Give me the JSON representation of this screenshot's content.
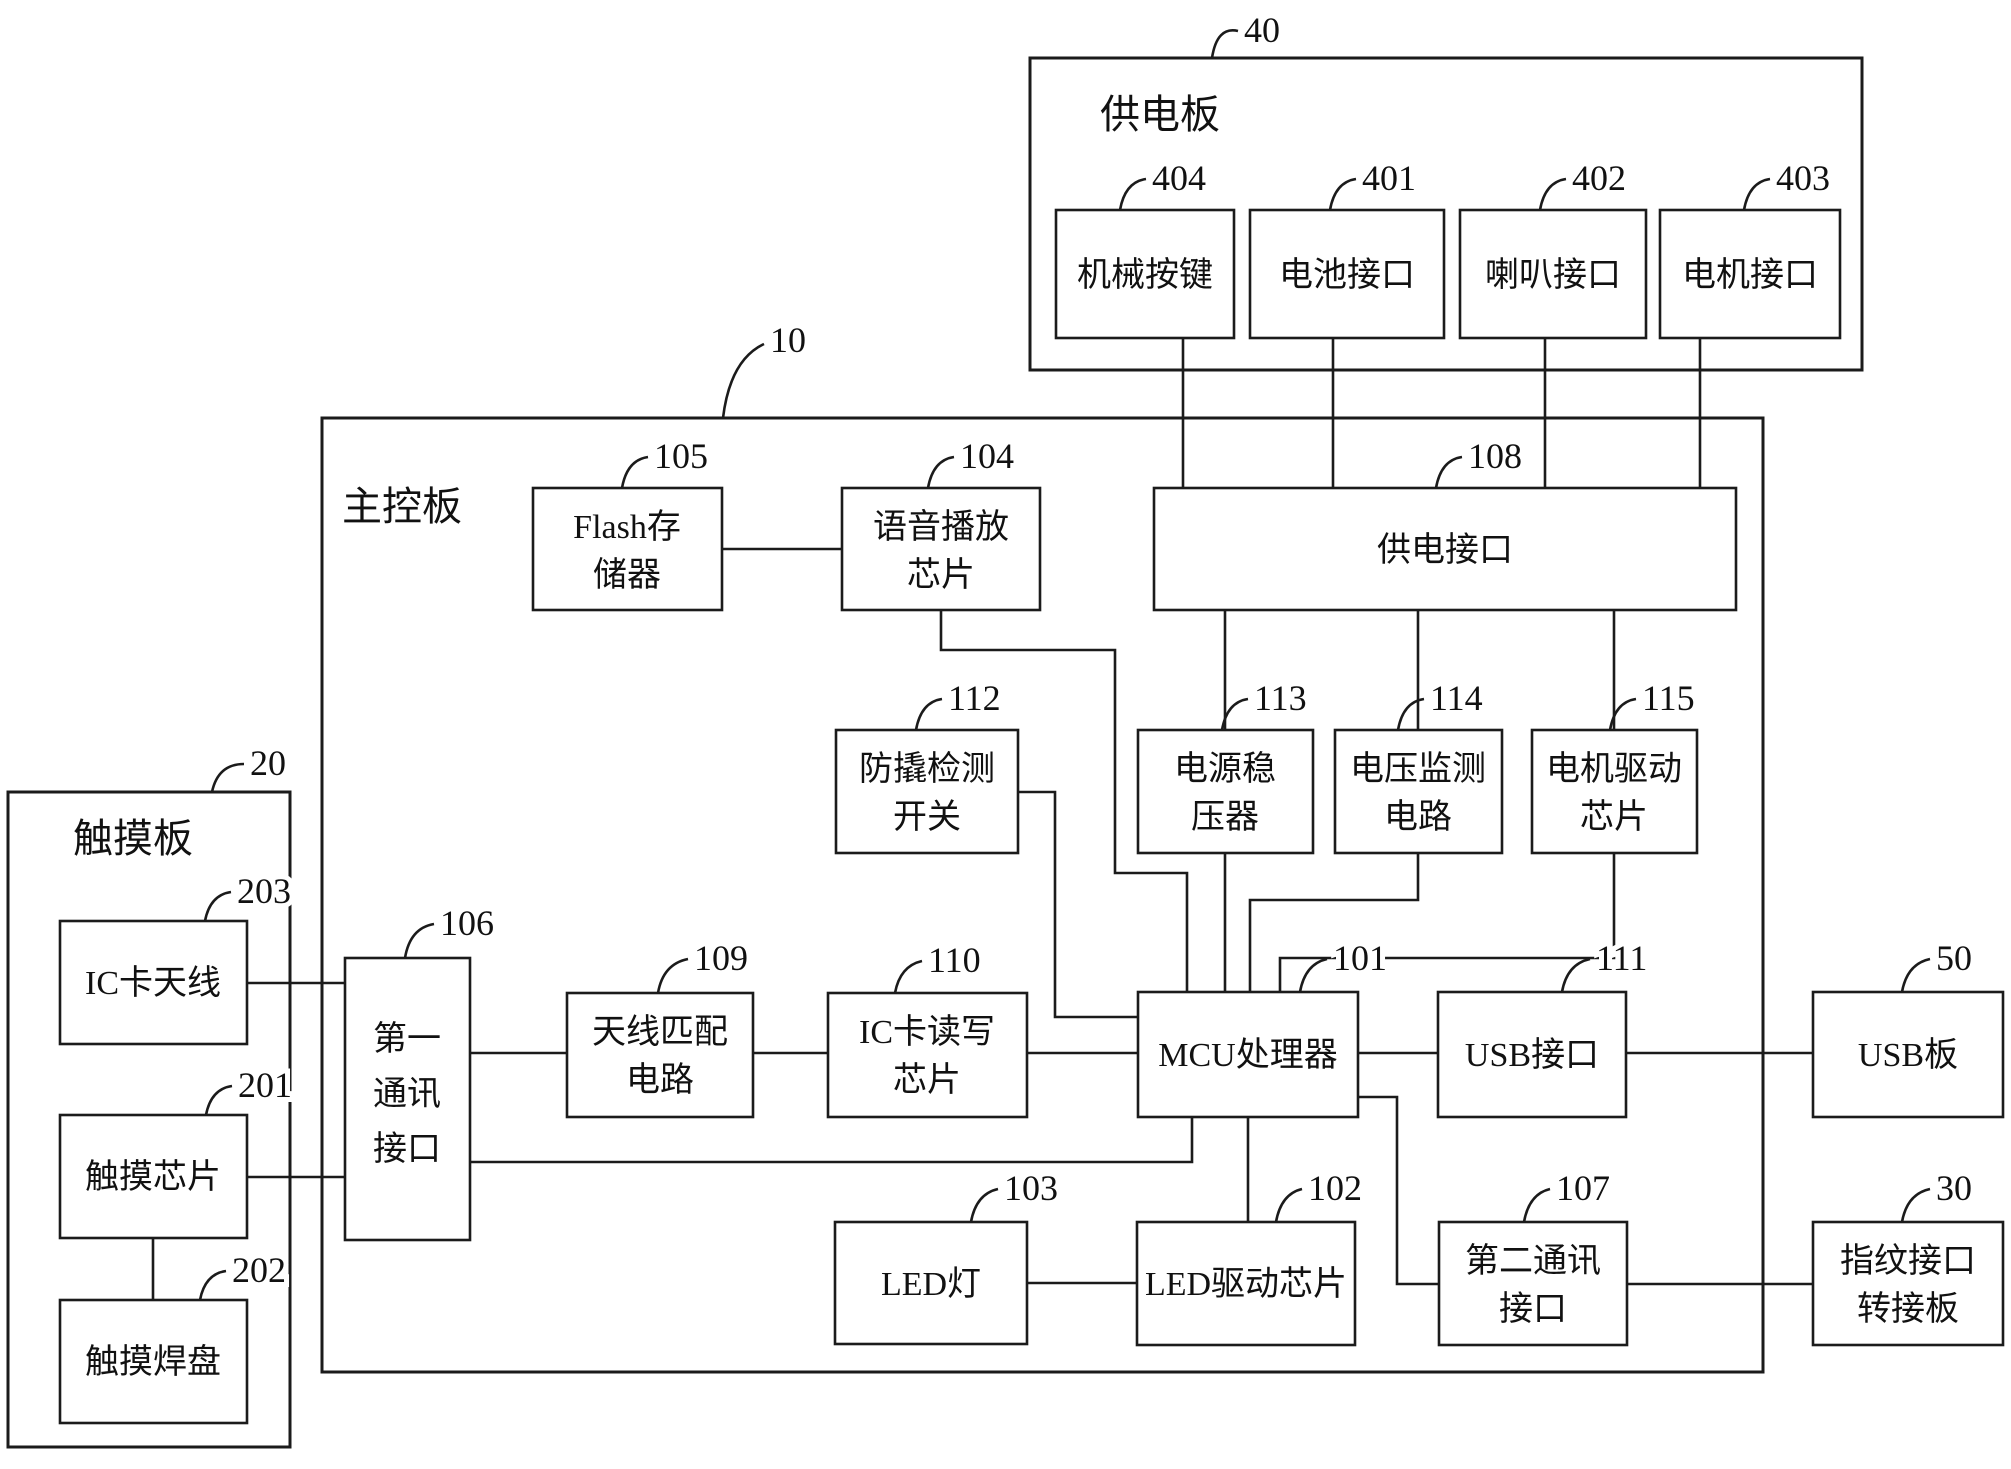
{
  "figure": {
    "colors": {
      "line": "#1b1b1b",
      "background": "#ffffff"
    },
    "boards": {
      "power_board": {
        "title": "供电板",
        "ref": "40"
      },
      "main_board": {
        "title": "主控板",
        "ref": "10"
      },
      "touch_board": {
        "title": "触摸板",
        "ref": "20"
      }
    },
    "blocks": {
      "mech_button": {
        "ref": "404",
        "lines": [
          "机械按键"
        ]
      },
      "battery_port": {
        "ref": "401",
        "lines": [
          "电池接口"
        ]
      },
      "speaker_port": {
        "ref": "402",
        "lines": [
          "喇叭接口"
        ]
      },
      "motor_port": {
        "ref": "403",
        "lines": [
          "电机接口"
        ]
      },
      "flash": {
        "ref": "105",
        "lines": [
          "Flash存",
          "储器"
        ]
      },
      "voice": {
        "ref": "104",
        "lines": [
          "语音播放",
          "芯片"
        ]
      },
      "power_port": {
        "ref": "108",
        "lines": [
          "供电接口"
        ]
      },
      "tamper": {
        "ref": "112",
        "lines": [
          "防撬检测",
          "开关"
        ]
      },
      "regulator": {
        "ref": "113",
        "lines": [
          "电源稳",
          "压器"
        ]
      },
      "volt_monitor": {
        "ref": "114",
        "lines": [
          "电压监测",
          "电路"
        ]
      },
      "motor_driver": {
        "ref": "115",
        "lines": [
          "电机驱动",
          "芯片"
        ]
      },
      "comm1": {
        "ref": "106",
        "lines": [
          "第一",
          "通讯",
          "接口"
        ]
      },
      "antenna_match": {
        "ref": "109",
        "lines": [
          "天线匹配",
          "电路"
        ]
      },
      "ic_rw": {
        "ref": "110",
        "lines": [
          "IC卡读写",
          "芯片"
        ]
      },
      "mcu": {
        "ref": "101",
        "lines": [
          "MCU处理器"
        ]
      },
      "usb_port": {
        "ref": "111",
        "lines": [
          "USB接口"
        ]
      },
      "usb_board": {
        "ref": "50",
        "lines": [
          "USB板"
        ]
      },
      "led": {
        "ref": "103",
        "lines": [
          "LED灯"
        ]
      },
      "led_driver": {
        "ref": "102",
        "lines": [
          "LED驱动芯片"
        ]
      },
      "comm2": {
        "ref": "107",
        "lines": [
          "第二通讯",
          "接口"
        ]
      },
      "fp_adapter": {
        "ref": "30",
        "lines": [
          "指纹接口",
          "转接板"
        ]
      },
      "ic_antenna": {
        "ref": "203",
        "lines": [
          "IC卡天线"
        ]
      },
      "touch_chip": {
        "ref": "201",
        "lines": [
          "触摸芯片"
        ]
      },
      "touch_pad": {
        "ref": "202",
        "lines": [
          "触摸焊盘"
        ]
      }
    }
  }
}
